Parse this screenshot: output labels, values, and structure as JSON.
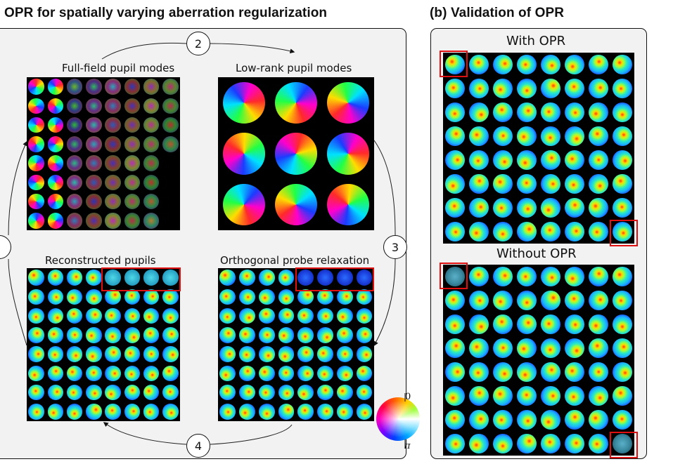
{
  "panel_a": {
    "title": "OPR for spatially varying aberration regularization",
    "subpanels": {
      "full_field": "Full-field pupil modes",
      "low_rank": "Low-rank pupil modes",
      "reconstructed": "Reconstructed pupils",
      "opr": "Orthogonal probe relaxation"
    },
    "steps": [
      "2",
      "3",
      "4"
    ],
    "colorwheel": {
      "top_label": "0",
      "bottom_label": "π"
    }
  },
  "panel_b": {
    "title": "(b) Validation of OPR",
    "with_label": "With OPR",
    "without_label": "Without OPR"
  },
  "colors": {
    "highlight": "#e01010",
    "panel_bg": "#f2f2f2"
  }
}
